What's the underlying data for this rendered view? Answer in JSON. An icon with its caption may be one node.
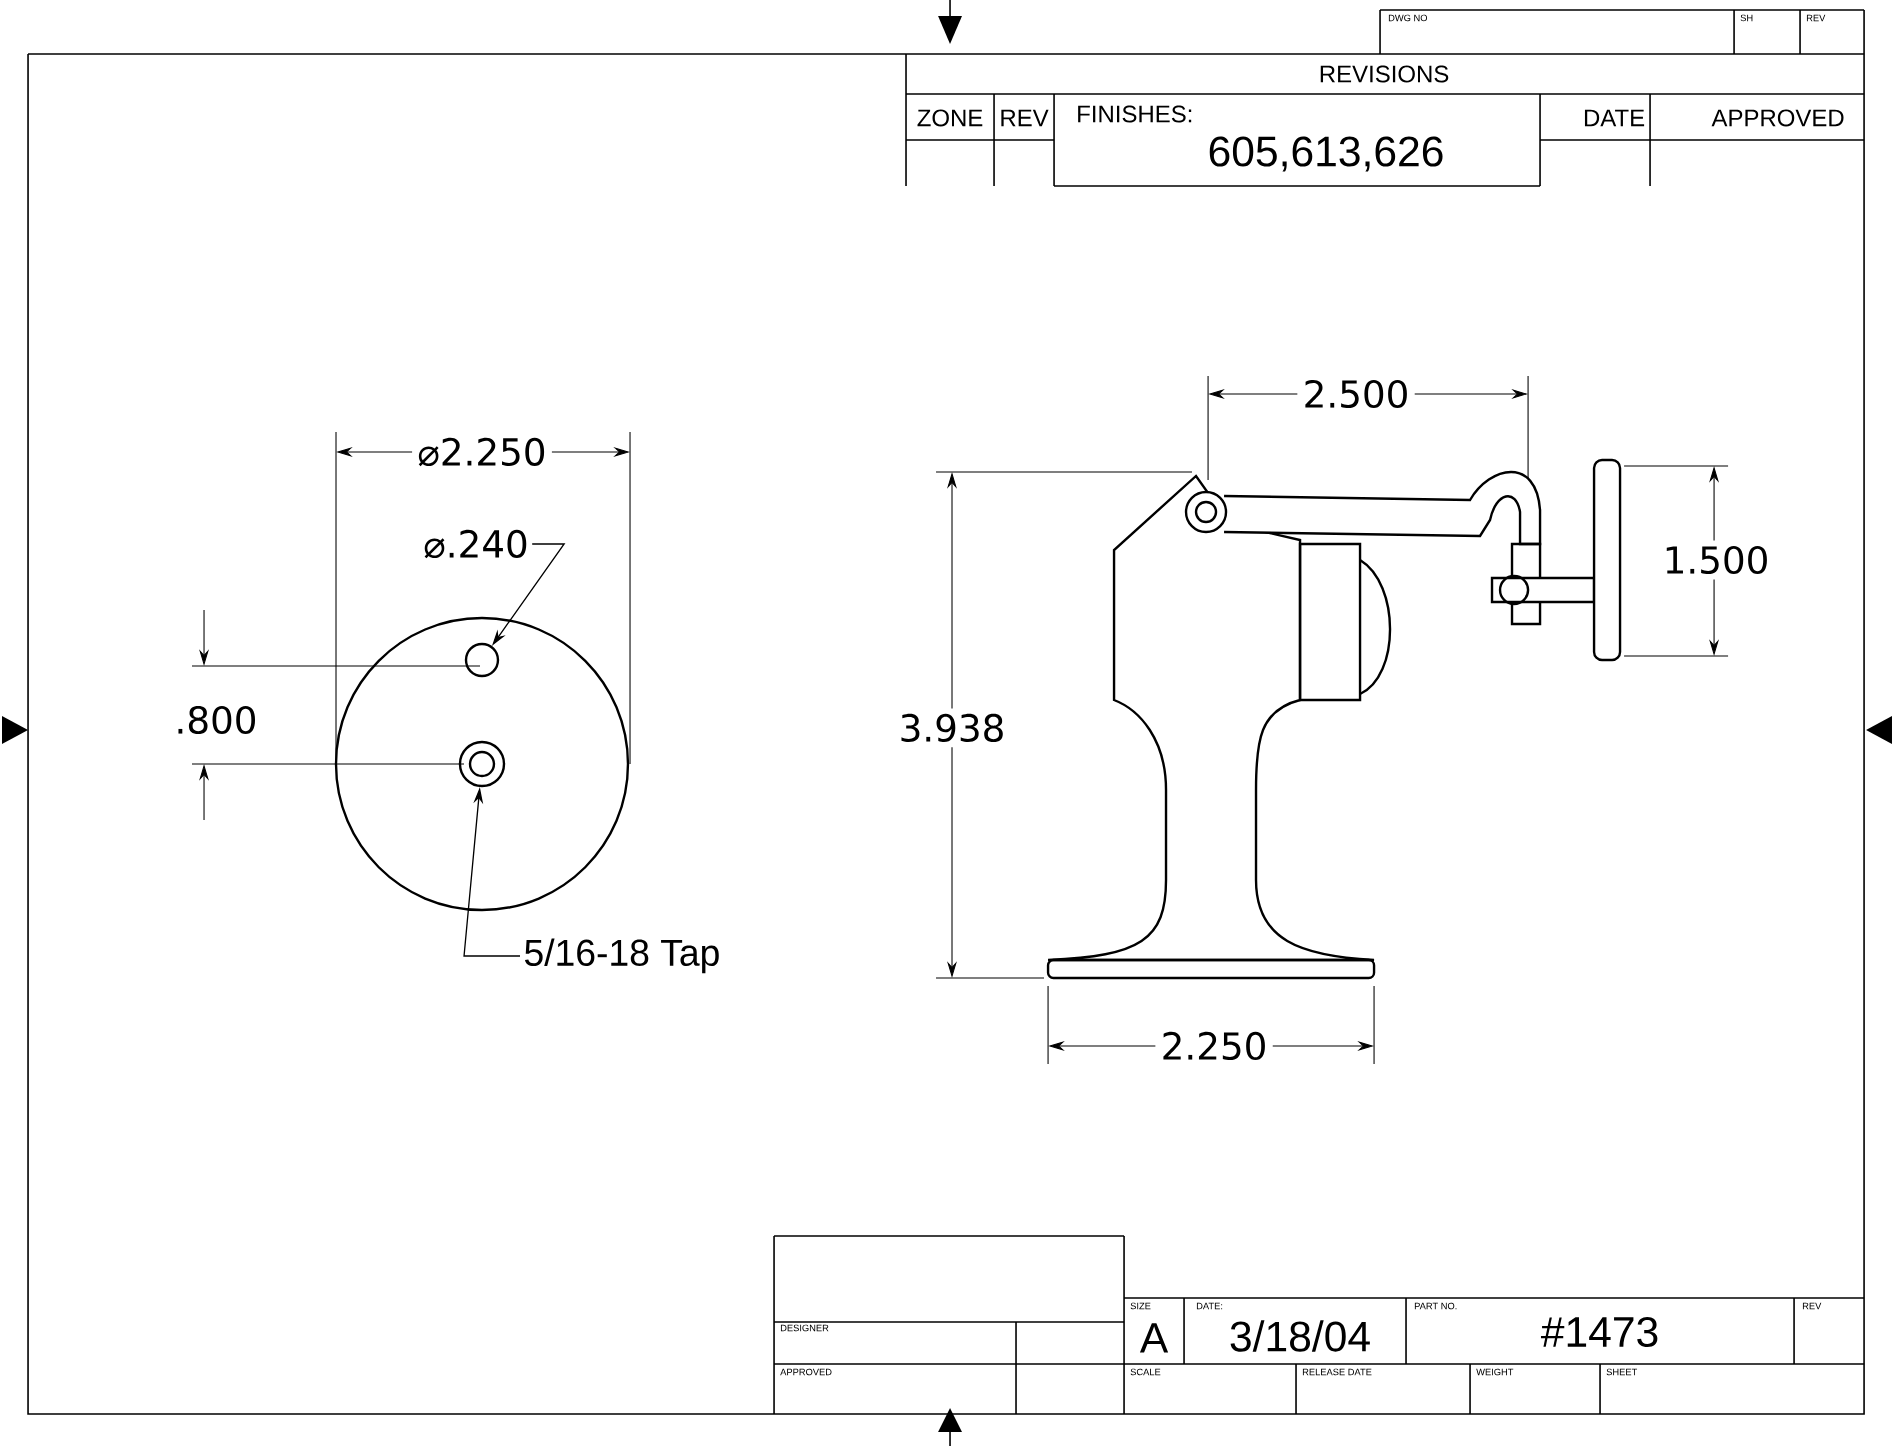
{
  "diagram": {
    "nodes": [
      {
        "text": [
          "⌀.240"
        ]
      },
      {
        "text": [],
        "shape": "circle"
      },
      {
        "text": [],
        "shape": "circle"
      },
      {
        "text": [
          "5/16-18 Tap"
        ]
      }
    ],
    "edges": [
      {
        "from": 0,
        "to": 1,
        "arrow": "to"
      },
      {
        "from": 3,
        "to": 2,
        "arrow": "to"
      }
    ],
    "labels": [
      "DWG NO",
      "SH",
      "REV",
      "REVISIONS",
      "ZONE",
      "REV",
      "FINISHES:",
      "605,613,626",
      "DATE",
      "APPROVED",
      "⌀2.250",
      "2.500",
      "1.500",
      ".800",
      "3.938",
      "2.250",
      "DESIGNER",
      "SIZE",
      "A",
      "DATE:",
      "3/18/04",
      "PART NO.",
      "#1473",
      "REV",
      "APPROVED",
      "SCALE",
      "RELEASE DATE",
      "WEIGHT",
      "SHEET"
    ]
  }
}
